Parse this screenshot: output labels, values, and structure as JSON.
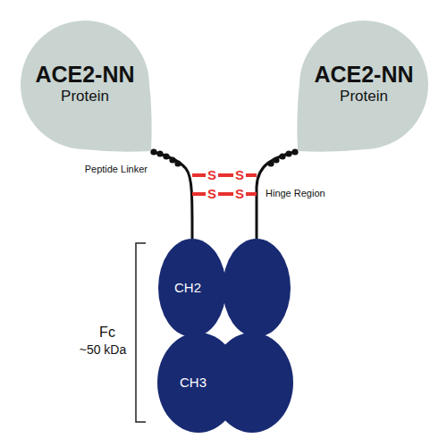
{
  "diagram": {
    "nodes": [
      {
        "text": [
          "ACE2-NN",
          "Protein"
        ]
      },
      {
        "text": [
          "ACE2-NN",
          "Protein"
        ]
      },
      {
        "text": [
          "CH2"
        ]
      },
      {
        "text": [
          "CH3"
        ]
      }
    ],
    "edges": [
      {
        "from": 0,
        "to": 2,
        "arrow": "none"
      }
    ],
    "labels": [
      "Peptide Linker",
      "S",
      "S",
      "S",
      "S",
      "Hinge Region",
      "Fc",
      "~50 kDa"
    ]
  }
}
